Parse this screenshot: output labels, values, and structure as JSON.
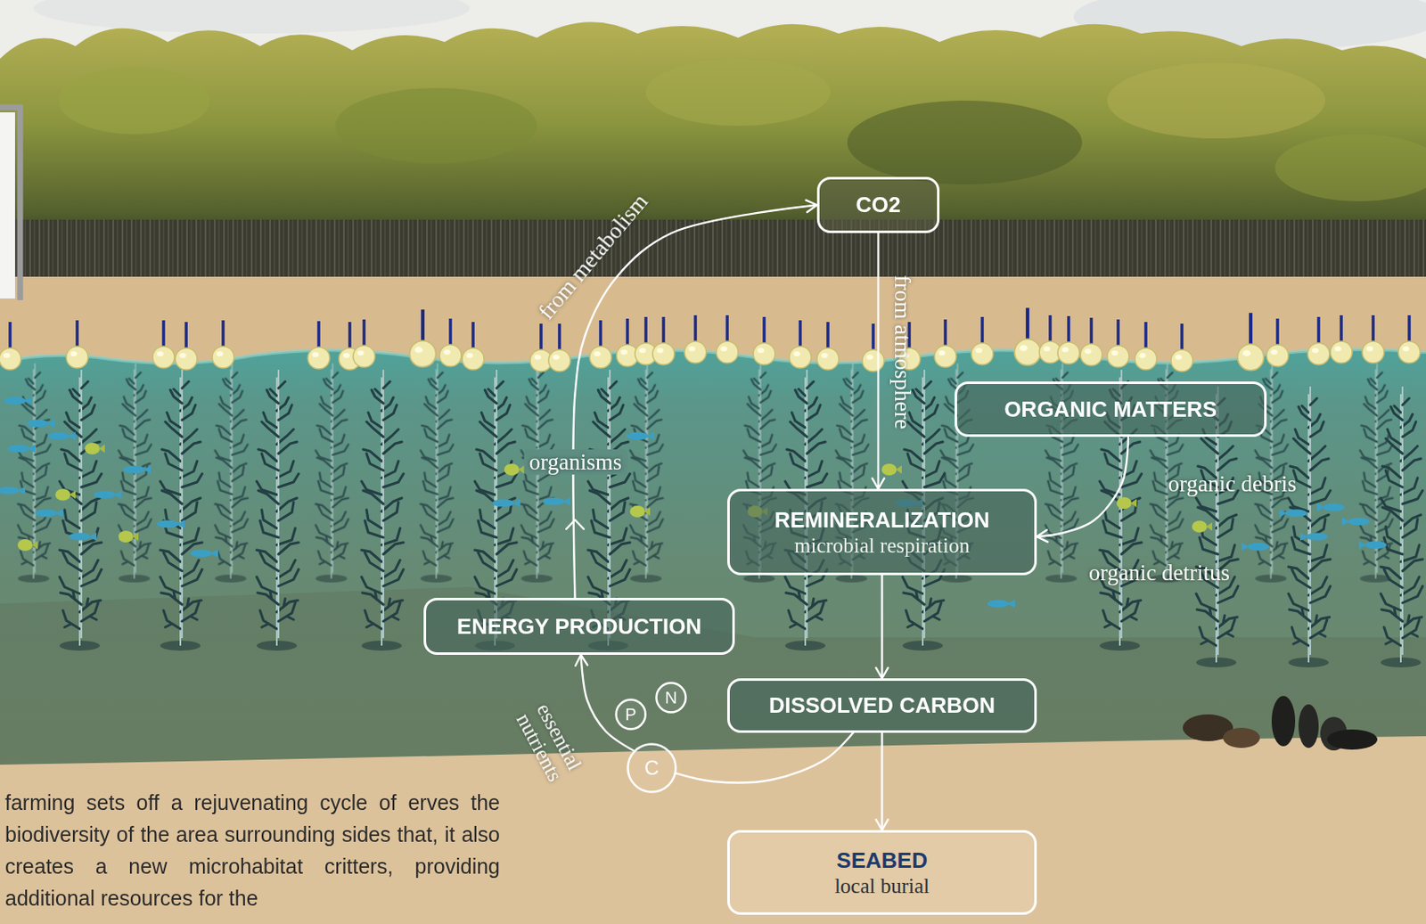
{
  "diagram": {
    "nodes": [
      {
        "text": [
          "CO2"
        ]
      },
      {
        "text": [
          "ORGANIC MATTERS"
        ]
      },
      {
        "text": [
          "REMINERALIZATION",
          "microbial respiration"
        ]
      },
      {
        "text": [
          "ENERGY PRODUCTION"
        ]
      },
      {
        "text": [
          "DISSOLVED CARBON"
        ]
      },
      {
        "text": [
          "N"
        ]
      },
      {
        "text": [
          "P"
        ]
      },
      {
        "text": [
          "C"
        ]
      },
      {
        "text": [
          "SEABED",
          "local burial"
        ]
      }
    ],
    "edges": [
      {
        "from": 3,
        "to": 0,
        "arrow": "to",
        "label": "from metabolism"
      },
      {
        "from": 0,
        "to": 2,
        "arrow": "to",
        "label": "from atmosphere"
      },
      {
        "from": 1,
        "to": 2,
        "arrow": "to",
        "label": "organic debris"
      },
      {
        "from": 2,
        "to": 4,
        "arrow": "to"
      },
      {
        "from": 4,
        "to": 8,
        "arrow": "to"
      },
      {
        "from": 4,
        "to": 7,
        "arrow": "none"
      },
      {
        "from": 7,
        "to": 3,
        "arrow": "to",
        "label": "essential nutrients"
      }
    ],
    "labels": [
      "organisms",
      "organic detritus",
      "farming sets off a rejuvenating cycle of erves the biodiversity of the area surrounding sides that, it also creates a new microhabitat critters, providing additional resources for the"
    ]
  }
}
